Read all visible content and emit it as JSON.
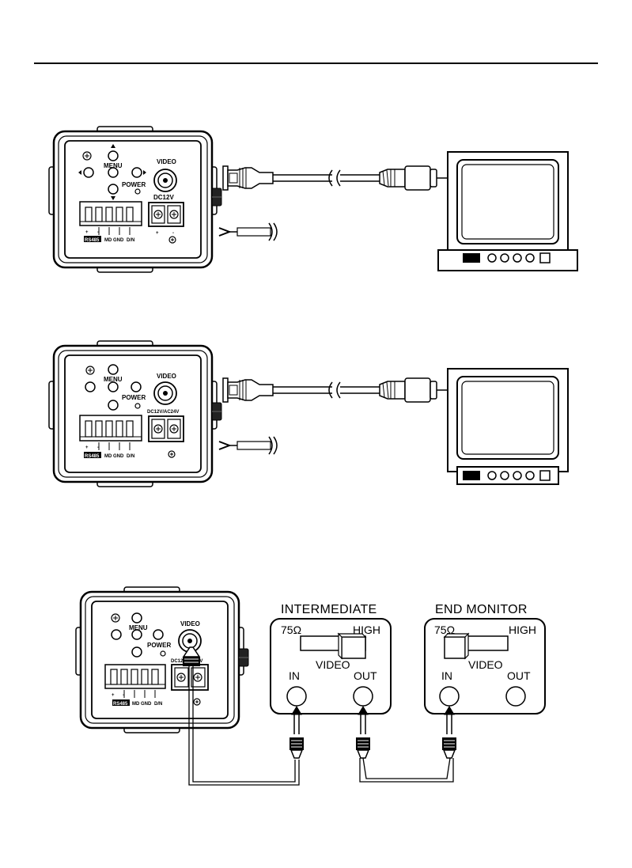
{
  "cameras": [
    {
      "labels": {
        "video": "VIDEO",
        "menu": "MENU",
        "power": "POWER",
        "dc": "DC12V",
        "rs485": "RS485",
        "md": "MD",
        "gnd": "GND",
        "dn": "D/N",
        "plus": "+",
        "minus": "-"
      }
    },
    {
      "labels": {
        "video": "VIDEO",
        "menu": "MENU",
        "power": "POWER",
        "dc": "DC12V/AC24V",
        "rs485": "RS485",
        "md": "MD",
        "gnd": "GND",
        "dn": "D/N",
        "plus": "+",
        "minus": "-"
      }
    },
    {
      "labels": {
        "video": "VIDEO",
        "menu": "MENU",
        "power": "POWER",
        "dc": "DC12V/AC24V",
        "rs485": "RS485",
        "md": "MD",
        "gnd": "GND",
        "dn": "D/N",
        "plus": "+",
        "minus": "-"
      }
    }
  ],
  "monitors": [
    {
      "title": "INTERMEDIATE",
      "ohm": "75Ω",
      "high": "HIGH",
      "video": "VIDEO",
      "in": "IN",
      "out": "OUT",
      "switch_position": "HIGH"
    },
    {
      "title": "END MONITOR",
      "ohm": "75Ω",
      "high": "HIGH",
      "video": "VIDEO",
      "in": "IN",
      "out": "OUT",
      "switch_position": "75Ω"
    }
  ]
}
